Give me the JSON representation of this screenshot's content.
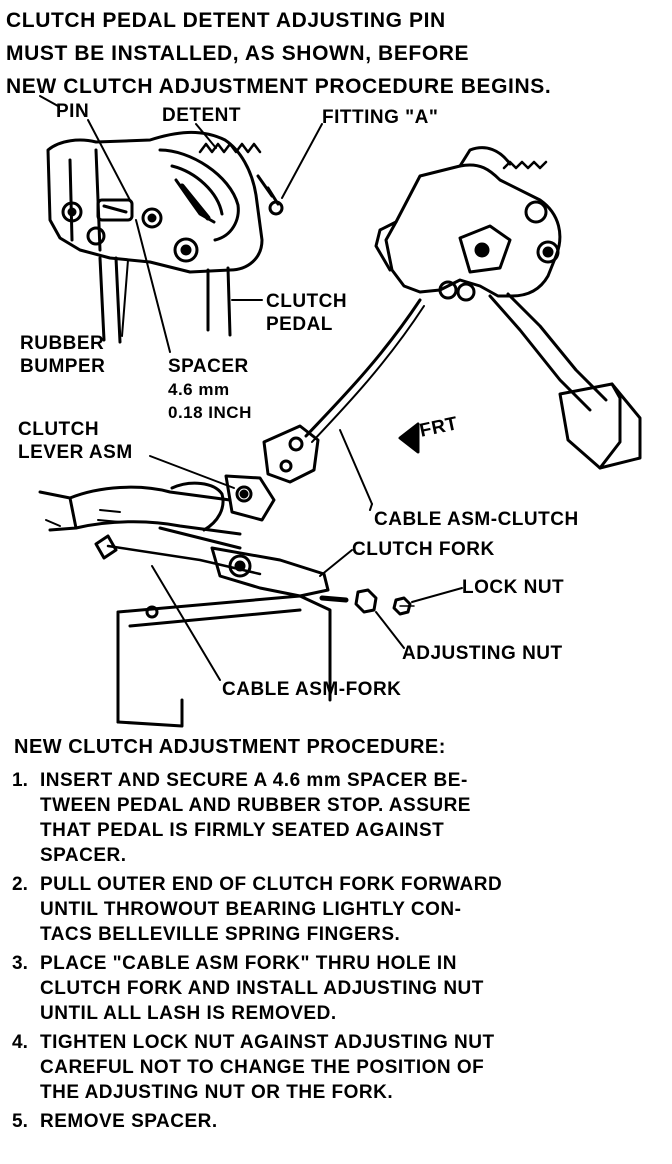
{
  "header": {
    "lines": [
      "CLUTCH PEDAL DETENT ADJUSTING PIN",
      "MUST BE INSTALLED, AS SHOWN, BEFORE",
      "NEW CLUTCH ADJUSTMENT PROCEDURE BEGINS."
    ]
  },
  "labels": {
    "pin": "PIN",
    "detent": "DETENT",
    "fitting_a": "FITTING \"A\"",
    "clutch_pedal": [
      "CLUTCH",
      "PEDAL"
    ],
    "rubber_bumper": [
      "RUBBER",
      "BUMPER"
    ],
    "spacer": [
      "SPACER",
      "4.6 mm",
      "0.18 INCH"
    ],
    "clutch_lever_asm": [
      "CLUTCH",
      "LEVER ASM"
    ],
    "frt": "FRT",
    "cable_asm_clutch": "CABLE ASM-CLUTCH",
    "clutch_fork": "CLUTCH FORK",
    "lock_nut": "LOCK NUT",
    "adjusting_nut": "ADJUSTING NUT",
    "cable_asm_fork": "CABLE ASM-FORK"
  },
  "procedure": {
    "title": "NEW CLUTCH ADJUSTMENT PROCEDURE:",
    "steps": [
      {
        "num": "1.",
        "lines": [
          "INSERT AND SECURE A 4.6 mm SPACER BE-",
          "TWEEN PEDAL AND RUBBER STOP. ASSURE",
          "THAT PEDAL IS FIRMLY SEATED AGAINST",
          "SPACER."
        ]
      },
      {
        "num": "2.",
        "lines": [
          "PULL OUTER END OF CLUTCH FORK FORWARD",
          "UNTIL THROWOUT BEARING LIGHTLY CON-",
          "TACS BELLEVILLE SPRING FINGERS."
        ]
      },
      {
        "num": "3.",
        "lines": [
          "PLACE \"CABLE ASM FORK\" THRU HOLE IN",
          "CLUTCH FORK AND INSTALL ADJUSTING NUT",
          "UNTIL ALL LASH IS REMOVED."
        ]
      },
      {
        "num": "4.",
        "lines": [
          "TIGHTEN LOCK NUT AGAINST ADJUSTING NUT",
          "CAREFUL NOT TO CHANGE THE POSITION OF",
          "THE ADJUSTING NUT OR THE FORK."
        ]
      },
      {
        "num": "5.",
        "lines": [
          "REMOVE SPACER."
        ]
      }
    ]
  }
}
